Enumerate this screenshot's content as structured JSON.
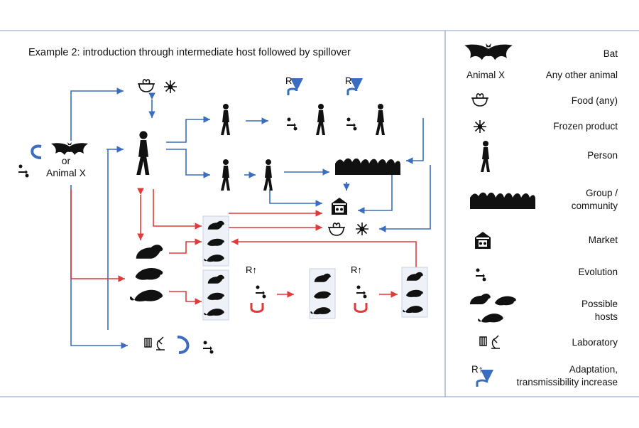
{
  "title": "Example 2: introduction through intermediate host followed by spillover",
  "source": {
    "or": "or",
    "animal_x": "Animal X"
  },
  "adaptation_symbol": "R↑",
  "legend": {
    "bat": "Bat",
    "animal_x_short": "Animal X",
    "any_other_animal": "Any other animal",
    "food": "Food (any)",
    "frozen": "Frozen product",
    "person": "Person",
    "group_line1": "Group /",
    "group_line2": "community",
    "market": "Market",
    "evolution": "Evolution",
    "hosts_line1": "Possible",
    "hosts_line2": "hosts",
    "laboratory": "Laboratory",
    "adapt_line1": "Adaptation,",
    "adapt_line2": "transmissibility increase",
    "adapt_symbol": "R↑"
  },
  "colors": {
    "blue_arrow": "#3a6dbf",
    "red_arrow": "#e03a3a",
    "frame": "#8aa2c8",
    "icon": "#111111"
  },
  "icons": [
    "bat-icon",
    "person-icon",
    "food-icon",
    "frozen-icon",
    "group-icon",
    "market-icon",
    "evolution-icon",
    "host-animal-icon",
    "laboratory-icon",
    "adaptation-arrow-icon"
  ]
}
